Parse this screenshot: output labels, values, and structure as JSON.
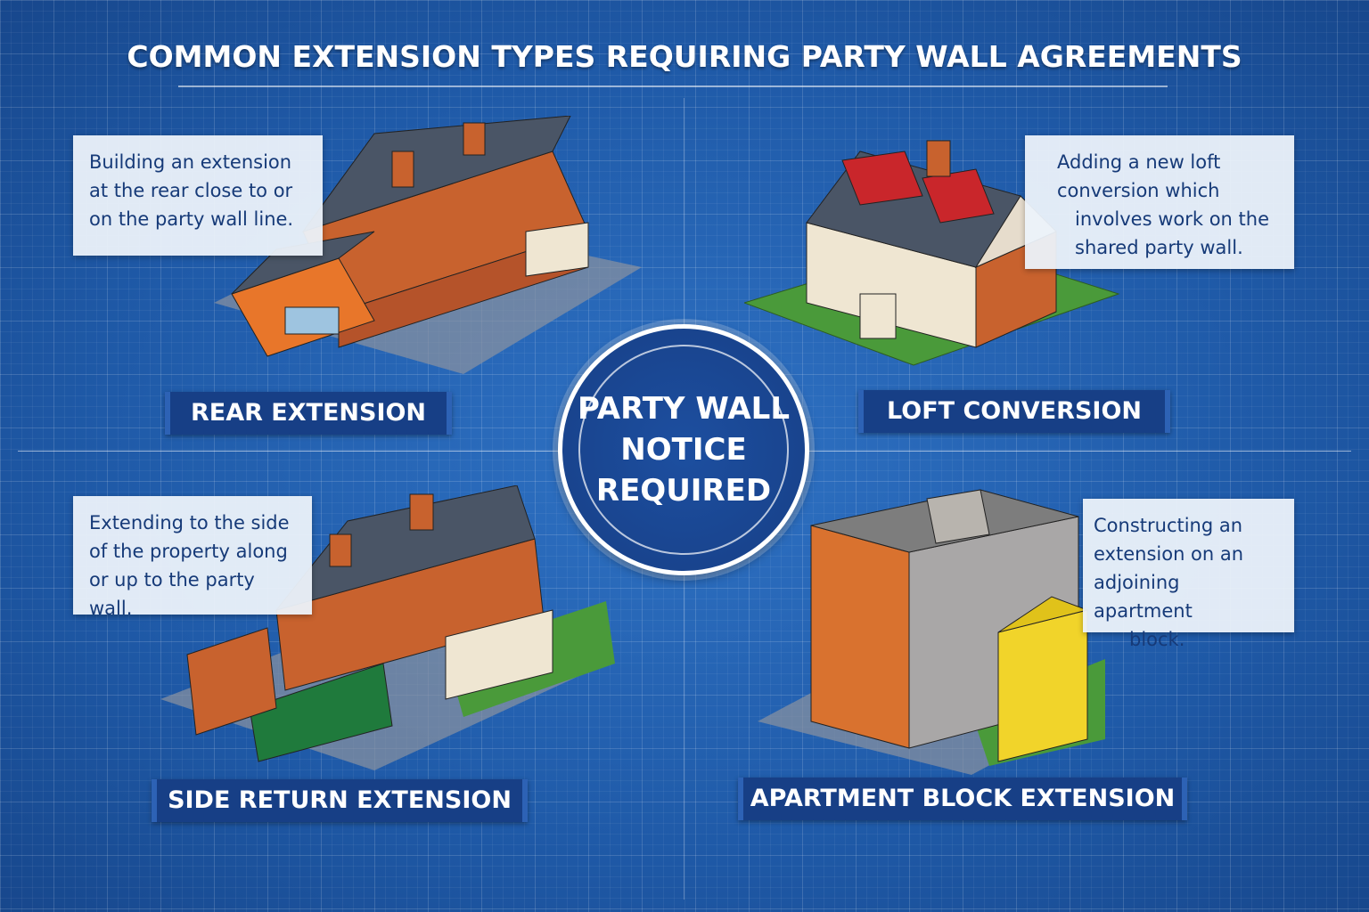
{
  "title": "COMMON EXTENSION TYPES REQUIRING PARTY WALL AGREEMENTS",
  "center_seal": {
    "lines": [
      "PARTY WALL",
      "NOTICE",
      "REQUIRED"
    ]
  },
  "panels": [
    {
      "label": "REAR EXTENSION",
      "description": [
        "Building an extension",
        "at the rear close to or",
        "on the party wall line."
      ]
    },
    {
      "label": "LOFT CONVERSION",
      "description": [
        "Adding a new loft",
        "conversion which",
        "involves work on the",
        "shared party wall."
      ]
    },
    {
      "label": "SIDE RETURN EXTENSION",
      "description": [
        "Extending to the side",
        "of the property along",
        "or up to the party wall."
      ]
    },
    {
      "label": "APARTMENT BLOCK EXTENSION",
      "description": [
        "Constructing an",
        "extension on an",
        "adjoining apartment",
        "block."
      ]
    }
  ],
  "colors": {
    "background": "#1f5aa8",
    "label_bg": "#173f86",
    "callout_text": "#163a78",
    "brick": "#c8622e",
    "roof": "#4a5566",
    "rear_extension": "#e8762a",
    "loft_dormer": "#c9262b",
    "side_extension": "#1f7a3c",
    "apartment_extension": "#f1d42a"
  }
}
